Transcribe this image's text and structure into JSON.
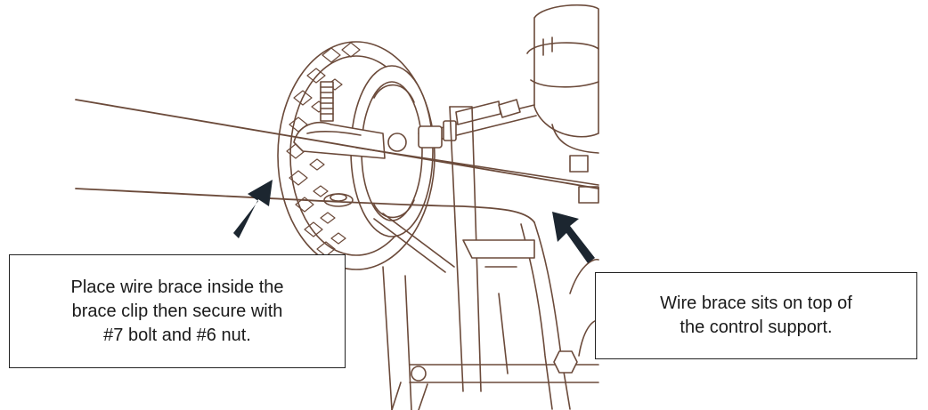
{
  "colors": {
    "line_art": "#6b4a3a",
    "arrow": "#1c2630",
    "callout_border": "#222222",
    "text": "#1a1a1a"
  },
  "callouts": {
    "left": {
      "lines": [
        "Place wire brace inside the",
        "brace clip then secure with",
        "#7 bolt and #6 nut."
      ]
    },
    "right": {
      "lines": [
        "Wire brace sits on top of",
        "the control support."
      ]
    }
  },
  "icons": {
    "left_arrow": "arrow-up-right-icon",
    "right_arrow": "arrow-up-left-icon"
  }
}
